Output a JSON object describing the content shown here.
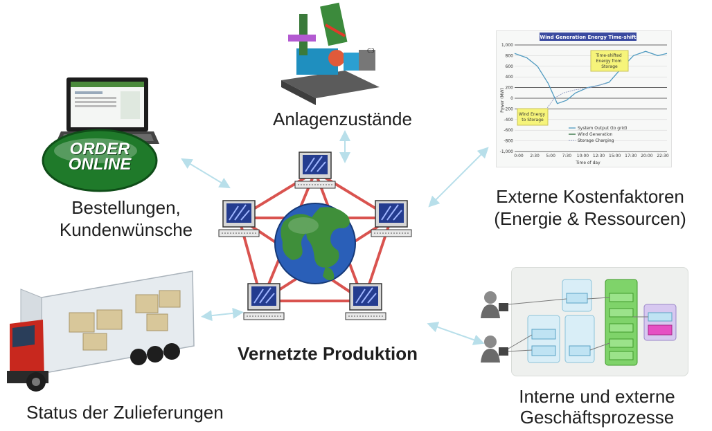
{
  "center": {
    "title": "Vernetzte Produktion"
  },
  "nodes": {
    "orders": {
      "logo_line1": "ORDER",
      "logo_line2": "ONLINE",
      "label_line1": "Bestellungen,",
      "label_line2": "Kundenwünsche"
    },
    "machines": {
      "label": "Anlagenzustände"
    },
    "costs": {
      "label_line1": "Externe Kostenfaktoren",
      "label_line2": "(Energie & Ressourcen)"
    },
    "processes": {
      "label_line1": "Interne und externe",
      "label_line2": "Geschäftsprozesse"
    },
    "supply": {
      "label": "Status der Zulieferungen"
    }
  },
  "colors": {
    "arrow": "#b8dfea",
    "network_line": "#d9534f",
    "globe_ocean": "#2a5fb8",
    "globe_land": "#3f8f3a",
    "logo_green": "#1f7a2a",
    "box_blue": "#bfe3f3",
    "box_green": "#7fd36a",
    "box_purple": "#d7c8f0"
  },
  "chart_data": {
    "type": "line",
    "title": "Wind Generation Energy Time-shift",
    "ylabel": "Power (MW)",
    "xlabel": "Time of day",
    "ylim": [
      -1000,
      1000
    ],
    "yticks": [
      "1,000",
      "800",
      "600",
      "400",
      "200",
      "0",
      "-200",
      "-400",
      "-600",
      "-800",
      "-1,000"
    ],
    "xticks": [
      "0:00",
      "2:30",
      "5:00",
      "7:30",
      "10:00",
      "12:30",
      "15:00",
      "17:30",
      "20:00",
      "22:30"
    ],
    "annotations": [
      "Time-shifted Energy from Storage",
      "Wind Energy to Storage"
    ],
    "series": [
      {
        "name": "System Output (to grid)"
      },
      {
        "name": "Wind Generation"
      },
      {
        "name": "Storage Charging"
      }
    ]
  }
}
